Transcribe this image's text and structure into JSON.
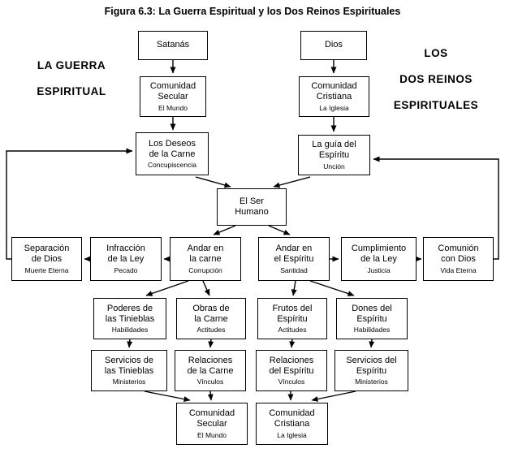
{
  "figure": {
    "title": "Figura 6.3: La Guerra Espiritual y los Dos Reinos Espirituales"
  },
  "left_label": {
    "line1": "LA GUERRA",
    "line2": "ESPIRITUAL"
  },
  "right_label": {
    "line1": "LOS",
    "line2": "DOS REINOS",
    "line3": "ESPIRITUALES"
  },
  "colors": {
    "line": "#000000",
    "box_bg": "#ffffff",
    "text": "#000000"
  },
  "nodes": {
    "satanas": {
      "title": "Satanás"
    },
    "dios": {
      "title": "Dios"
    },
    "comunidad_secular_top": {
      "title": "Comunidad\nSecular",
      "subtitle": "El Mundo"
    },
    "comunidad_cristiana_top": {
      "title": "Comunidad\nCristiana",
      "subtitle": "La Iglesia"
    },
    "deseos_carne": {
      "title": "Los Deseos\nde la Carne",
      "subtitle": "Concupiscencia"
    },
    "guia_espiritu": {
      "title": "La guía del\nEspíritu",
      "subtitle": "Unción"
    },
    "ser_humano": {
      "title": "El Ser\nHumano"
    },
    "separacion_dios": {
      "title": "Separación\nde Dios",
      "subtitle": "Muerte Eterna"
    },
    "infraccion_ley": {
      "title": "Infracción\nde la Ley",
      "subtitle": "Pecado"
    },
    "andar_carne": {
      "title": "Andar en\nla carne",
      "subtitle": "Corrupción"
    },
    "andar_espiritu": {
      "title": "Andar en\nel Espíritu",
      "subtitle": "Santidad"
    },
    "cumplimiento_ley": {
      "title": "Cumplimiento\nde la Ley",
      "subtitle": "Justicia"
    },
    "comunion_dios": {
      "title": "Comunión\ncon Dios",
      "subtitle": "Vida Eterna"
    },
    "poderes_tinieblas": {
      "title": "Poderes de\nlas Tinieblas",
      "subtitle": "Habilidades"
    },
    "obras_carne": {
      "title": "Obras de\nla Carne",
      "subtitle": "Actitudes"
    },
    "frutos_espiritu": {
      "title": "Frutos del\nEspíritu",
      "subtitle": "Actitudes"
    },
    "dones_espiritu": {
      "title": "Dones del\nEspíritu",
      "subtitle": "Habilidades"
    },
    "servicios_tinieblas": {
      "title": "Servicios de\nlas Tinieblas",
      "subtitle": "Ministerios"
    },
    "relaciones_carne": {
      "title": "Relaciones\nde la Carne",
      "subtitle": "Vínculos"
    },
    "relaciones_espiritu": {
      "title": "Relaciones\ndel Espíritu",
      "subtitle": "Vínculos"
    },
    "servicios_espiritu": {
      "title": "Servicios del\nEspíritu",
      "subtitle": "Ministerios"
    },
    "comunidad_secular_bottom": {
      "title": "Comunidad\nSecular",
      "subtitle": "El Mundo"
    },
    "comunidad_cristiana_bottom": {
      "title": "Comunidad\nCristiana",
      "subtitle": "La Iglesia"
    }
  }
}
